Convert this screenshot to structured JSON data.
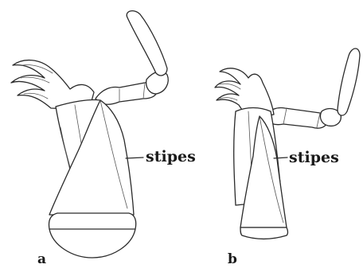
{
  "labels": {
    "stipes_a": "stipes",
    "stipes_b": "stipes",
    "panel_a": "a",
    "panel_b": "b"
  }
}
